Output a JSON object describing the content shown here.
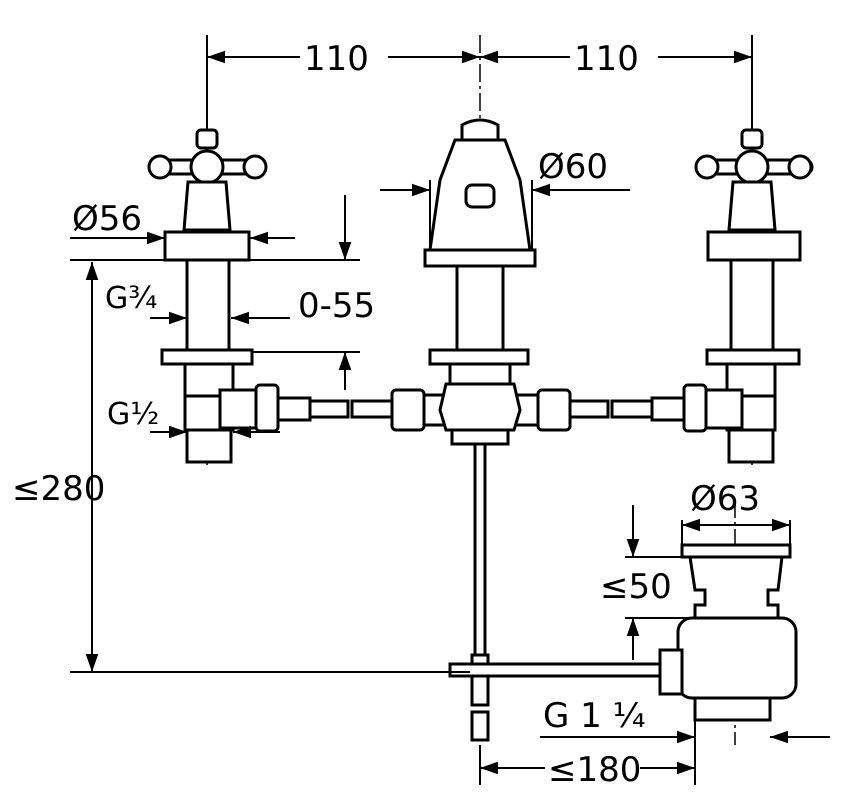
{
  "dimensions": {
    "left_spacing": "110",
    "right_spacing": "110",
    "spout_diameter": "Ø60",
    "handle_diameter": "Ø56",
    "supply_thread_top": "G¾",
    "height_adjust": "0-55",
    "supply_thread_bottom": "G½",
    "max_height": "≤280",
    "drain_diameter": "Ø63",
    "drain_height": "≤50",
    "drain_thread": "G 1 ¼",
    "drain_reach": "≤180"
  }
}
